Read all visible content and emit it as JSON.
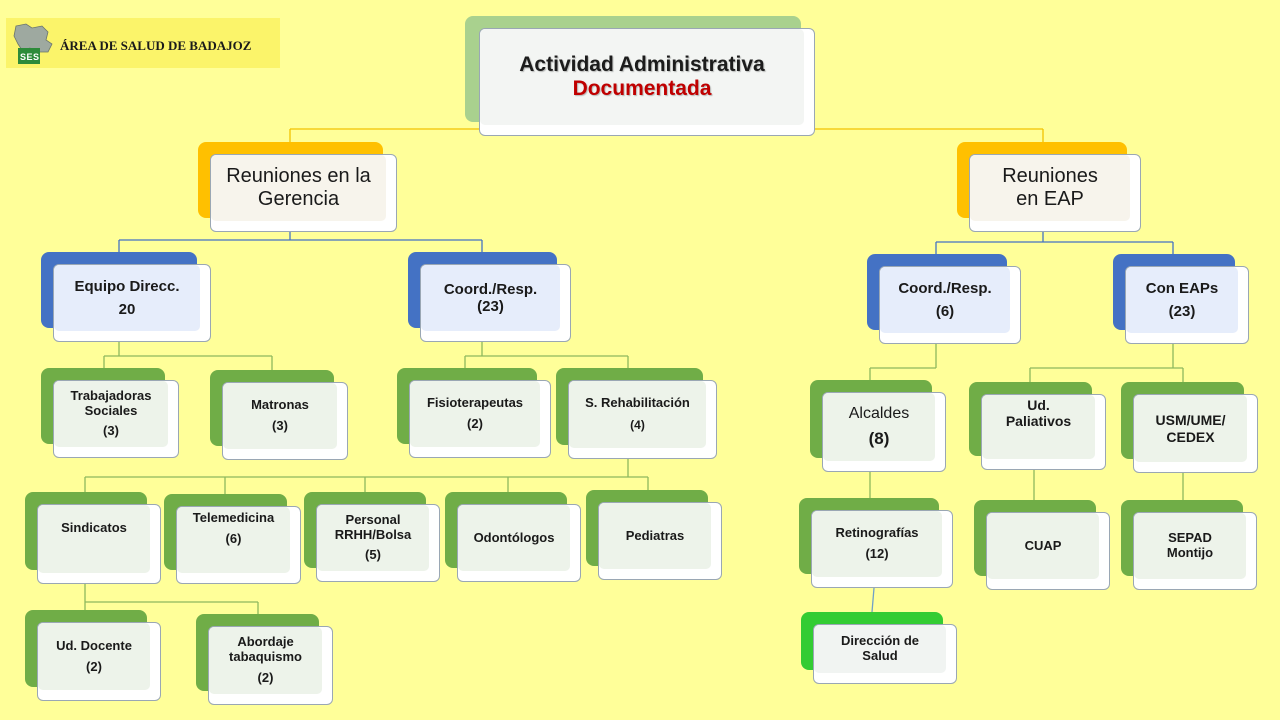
{
  "logo": {
    "org_name": "ÁREA DE SALUD DE BADAJOZ",
    "badge": "SES"
  },
  "colors": {
    "background": "#FFFF99",
    "green": "#70AD47",
    "blue": "#4472C4",
    "orange": "#FFC000",
    "lime": "#33CC33",
    "root_accent": "#C00000"
  },
  "root": {
    "line1": "Actividad Administrativa",
    "line2": "Documentada"
  },
  "gerencia": {
    "title": "Reuniones en la Gerencia",
    "equipo": {
      "label": "Equipo Direcc.",
      "count": "20"
    },
    "coord": {
      "label": "Coord./Resp.",
      "count": "(23)"
    },
    "trabajadoras": {
      "label": "Trabajadoras Sociales",
      "count": "(3)"
    },
    "matronas": {
      "label": "Matronas",
      "count": "(3)"
    },
    "fisio": {
      "label": "Fisioterapeutas",
      "count": "(2)"
    },
    "rehab": {
      "label": "S. Rehabilitación",
      "count": "(4)"
    },
    "sindicatos": {
      "label": "Sindicatos"
    },
    "telemedicina": {
      "label": "Telemedicina",
      "count": "(6)"
    },
    "personal": {
      "label": "Personal RRHH/Bolsa",
      "count": "(5)"
    },
    "odontologos": {
      "label": "Odontólogos"
    },
    "pediatras": {
      "label": "Pediatras"
    },
    "docente": {
      "label": "Ud. Docente",
      "count": "(2)"
    },
    "tabaquismo": {
      "label": "Abordaje tabaquismo",
      "count": "(2)"
    }
  },
  "eap": {
    "title": "Reuniones en EAP",
    "coord": {
      "label": "Coord./Resp.",
      "count": "(6)"
    },
    "con_eaps": {
      "label": "Con EAPs",
      "count": "(23)"
    },
    "alcaldes": {
      "label": "Alcaldes",
      "count": "(8)"
    },
    "retino": {
      "label": "Retinografías",
      "count": "(12)"
    },
    "direccion": {
      "label": "Dirección de Salud"
    },
    "paliativos": {
      "label": "Ud. Paliativos"
    },
    "cuap": {
      "label": "CUAP"
    },
    "usm": {
      "label": "USM/UME/ CEDEX"
    },
    "sepad": {
      "label": "SEPAD Montijo"
    }
  }
}
